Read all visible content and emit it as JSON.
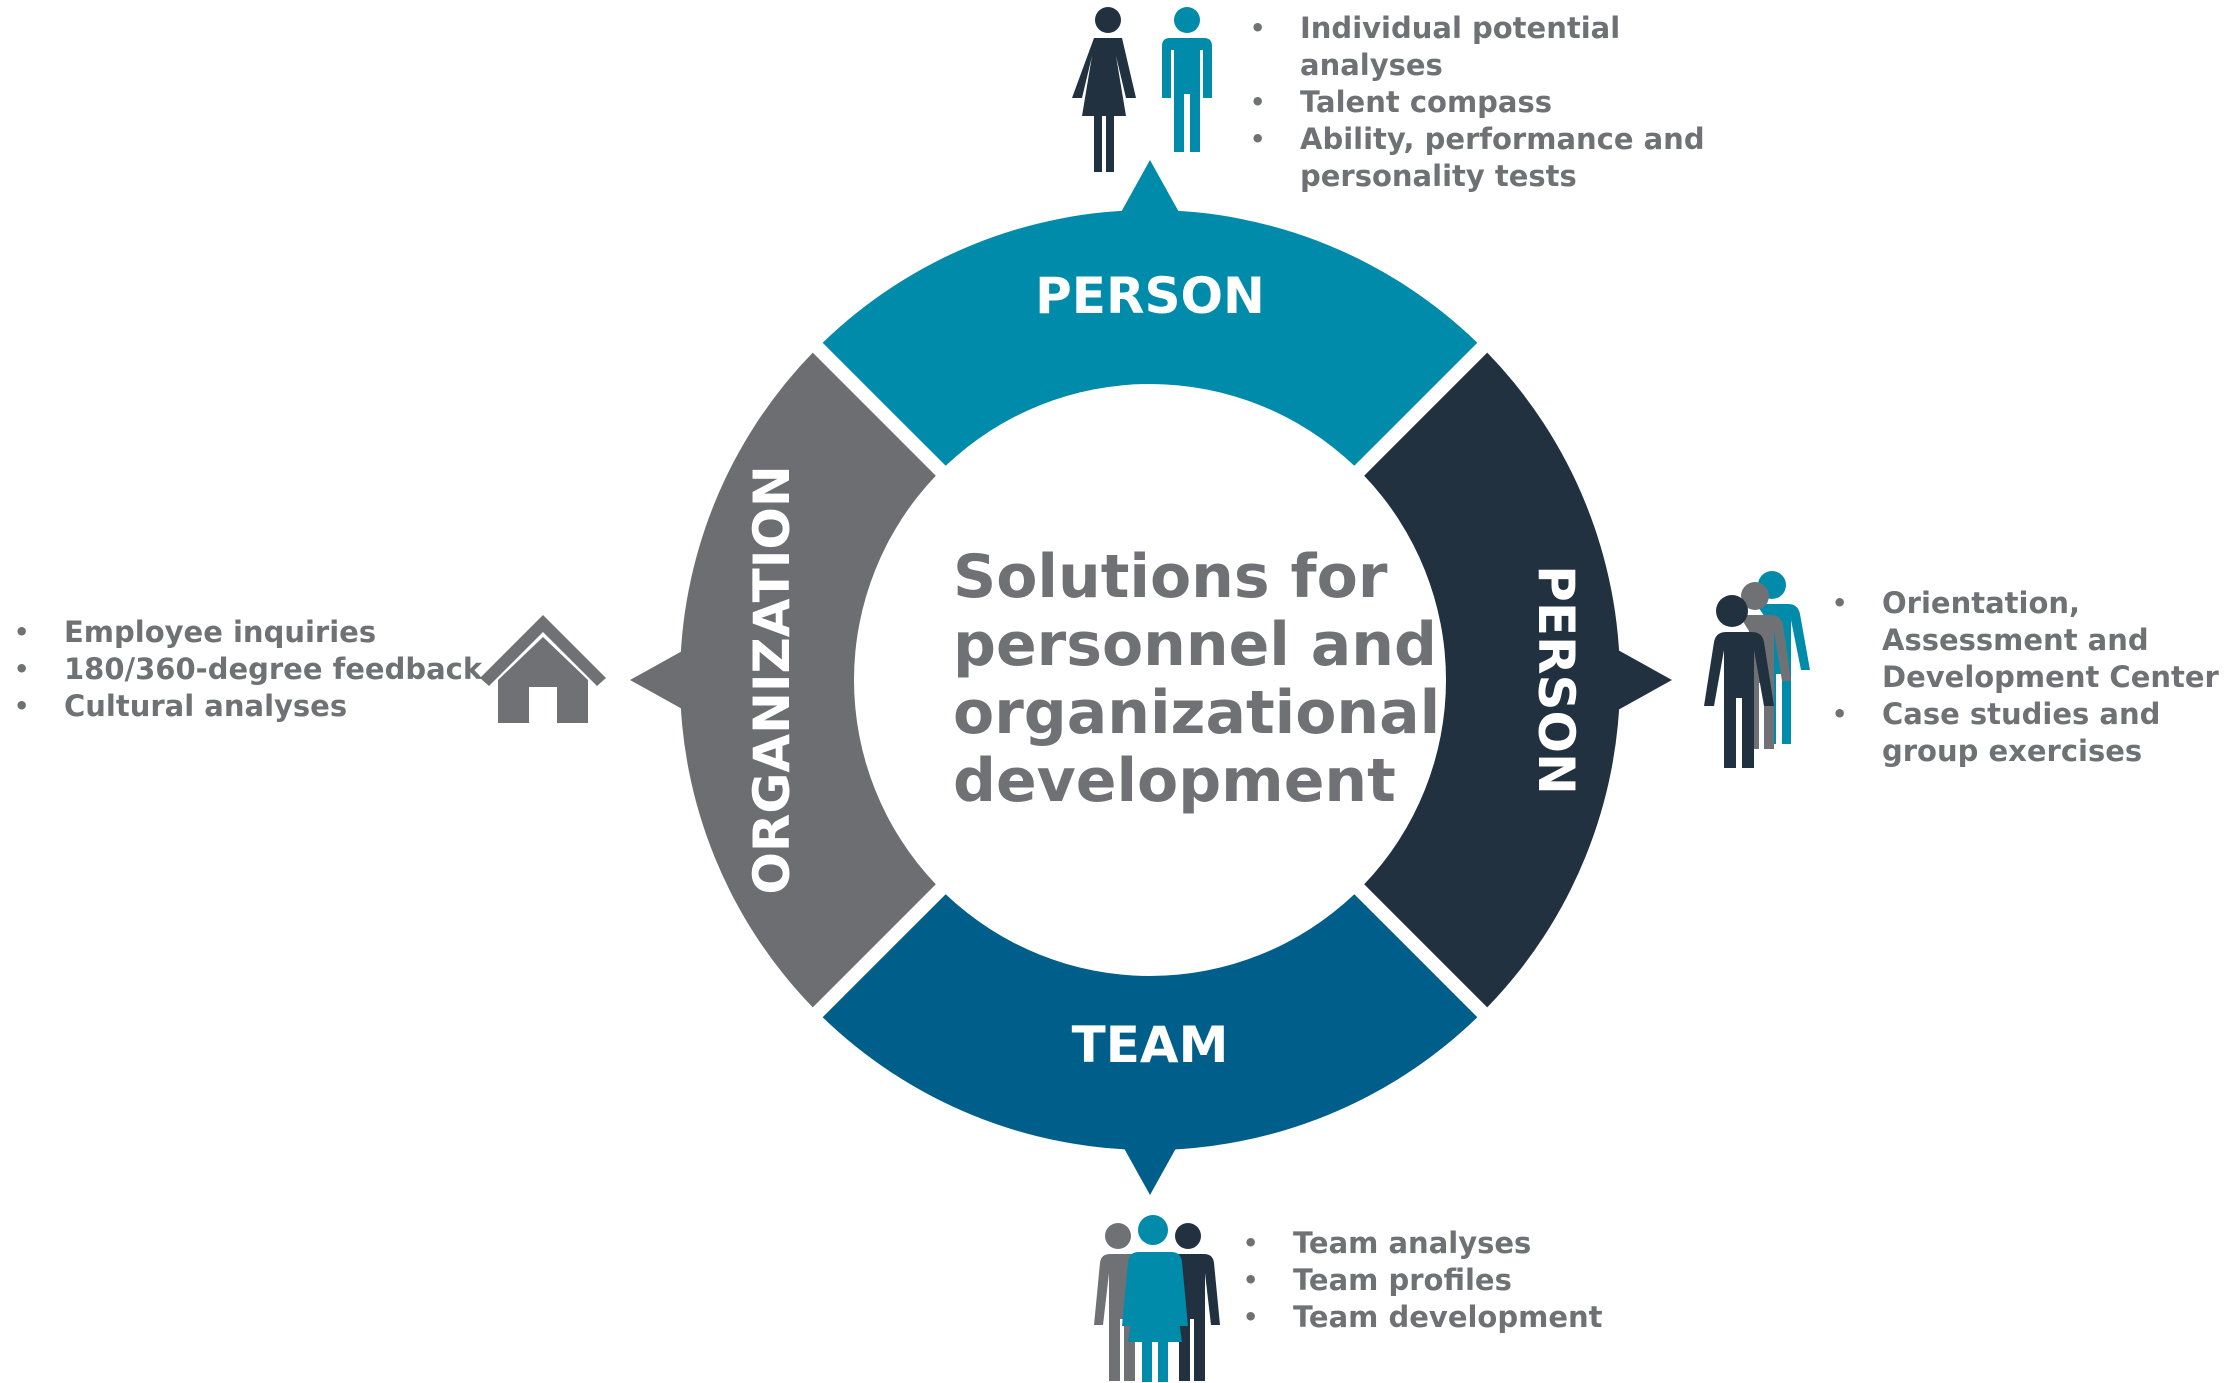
{
  "center": {
    "lines": [
      "Solutions for",
      "personnel and",
      "organizational",
      "development"
    ]
  },
  "segments": {
    "top": {
      "label": "PERSON",
      "color": "#008BAA"
    },
    "right": {
      "label": "PERSON",
      "color": "#223140"
    },
    "bottom": {
      "label": "TEAM",
      "color": "#005F8A"
    },
    "left": {
      "label": "ORGANIZATION",
      "color": "#6D6E72"
    }
  },
  "lists": {
    "top": [
      "Individual potential analyses",
      "Talent compass",
      "Ability, performance and personality tests"
    ],
    "right": [
      "Orientation, Assessment and Development Center",
      "Case studies and group exercises"
    ],
    "bottom": [
      "Team analyses",
      "Team profiles",
      "Team development"
    ],
    "left": [
      "Employee inquiries",
      "180/360-degree feedback",
      "Cultural analyses"
    ]
  },
  "icons": {
    "top": "woman-and-man-icon",
    "right": "people-queue-icon",
    "bottom": "team-group-icon",
    "left": "house-icon"
  },
  "colors": {
    "text_gray": "#707175",
    "teal": "#008BAA",
    "navy": "#223140",
    "blue": "#005F8A",
    "gray": "#6D6E72"
  }
}
